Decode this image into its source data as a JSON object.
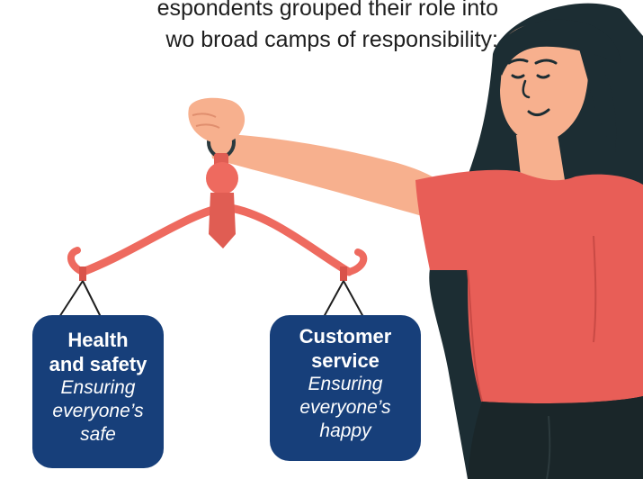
{
  "intro": {
    "line1": "espondents grouped their role into",
    "line2": "wo broad camps of responsibility:"
  },
  "cards": [
    {
      "heading_line1": "Health",
      "heading_line2": "and safety",
      "desc_line1": "Ensuring",
      "desc_line2": "everyone’s",
      "desc_line3": "safe"
    },
    {
      "heading_line1": "Customer",
      "heading_line2": "service",
      "desc_line1": "Ensuring",
      "desc_line2": "everyone’s",
      "desc_line3": "happy"
    }
  ],
  "colors": {
    "card_fill": "#173f7a",
    "scale_coral": "#ee6a5f",
    "shirt": "#e85e57",
    "skin": "#f7b08e",
    "hair": "#1c2d33"
  }
}
